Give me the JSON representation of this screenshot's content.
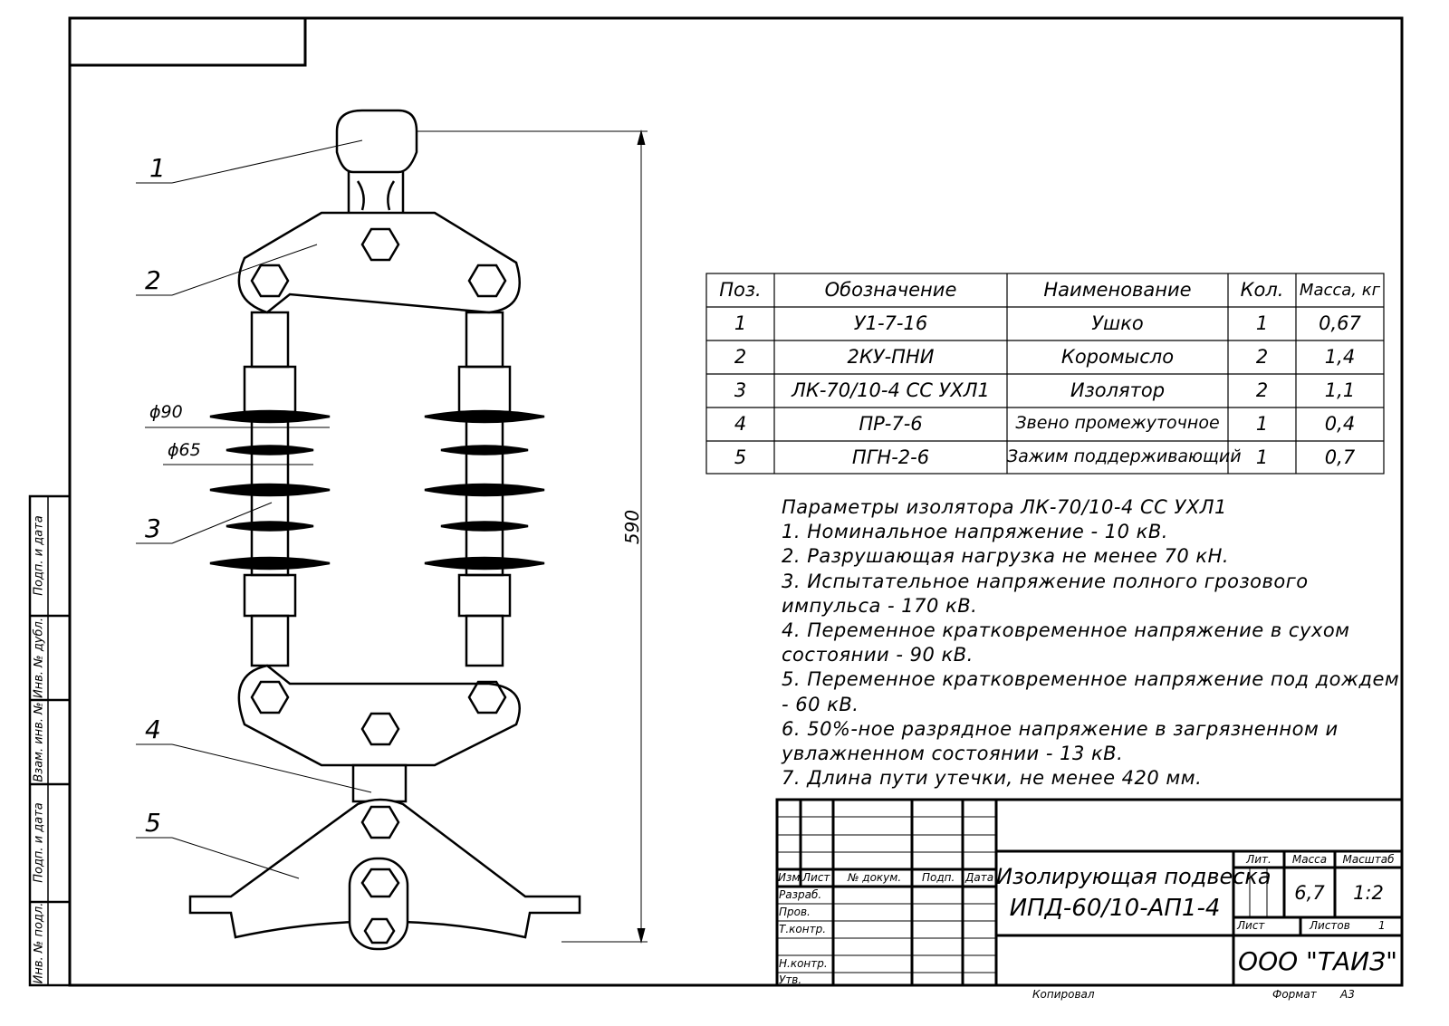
{
  "spec_table": {
    "headers": [
      "Поз.",
      "Обозначение",
      "Наименование",
      "Кол.",
      "Масса, кг"
    ],
    "rows": [
      [
        "1",
        "У1-7-16",
        "Ушко",
        "1",
        "0,67"
      ],
      [
        "2",
        "2КУ-ПНИ",
        "Коромысло",
        "2",
        "1,4"
      ],
      [
        "3",
        "ЛК-70/10-4 СС УХЛ1",
        "Изолятор",
        "2",
        "1,1"
      ],
      [
        "4",
        "ПР-7-6",
        "Звено промежуточное",
        "1",
        "0,4"
      ],
      [
        "5",
        "ПГН-2-6",
        "Зажим поддерживающий",
        "1",
        "0,7"
      ]
    ]
  },
  "notes": [
    "Параметры изолятора ЛК-70/10-4 СС УХЛ1",
    "1. Номинальное напряжение - 10 кВ.",
    "2. Разрушающая нагрузка не менее 70 кН.",
    "3. Испытательное напряжение полного грозового",
    "импульса - 170 кВ.",
    "4. Переменное кратковременное напряжение  в сухом",
    "состоянии - 90 кВ.",
    "5. Переменное кратковременное напряжение под дождем",
    "- 60 кВ.",
    "6. 50%-ное разрядное напряжение в загрязненном и",
    "увлажненном состоянии - 13 кВ.",
    "7. Длина пути утечки, не менее 420 мм."
  ],
  "drawing": {
    "callouts": [
      "1",
      "2",
      "3",
      "4",
      "5"
    ],
    "dim_overall": "590",
    "dim_d90": "ϕ90",
    "dim_d65": "ϕ65"
  },
  "title_block": {
    "headers": [
      "Изм.",
      "Лист",
      "№ докум.",
      "Подп.",
      "Дата"
    ],
    "roles": [
      "Разраб.",
      "Пров.",
      "Т.контр.",
      "Н.контр.",
      "Утв."
    ],
    "name_line1": "Изолирующая подвеска",
    "name_line2": "ИПД-60/10-АП1-4",
    "lit_label": "Лит.",
    "mass_label": "Масса",
    "scale_label": "Масштаб",
    "mass": "6,7",
    "scale": "1:2",
    "sheet_label": "Лист",
    "sheets_label": "Листов",
    "sheets": "1",
    "company": "ООО \"ТАИЗ\""
  },
  "footer": {
    "copied": "Копировал",
    "format_label": "Формат",
    "format": "А3"
  },
  "side_strip": [
    "Подп. и дата",
    "Инв. № дубл.",
    "Взам. инв. №",
    "Подп. и дата",
    "Инв. № подл."
  ]
}
